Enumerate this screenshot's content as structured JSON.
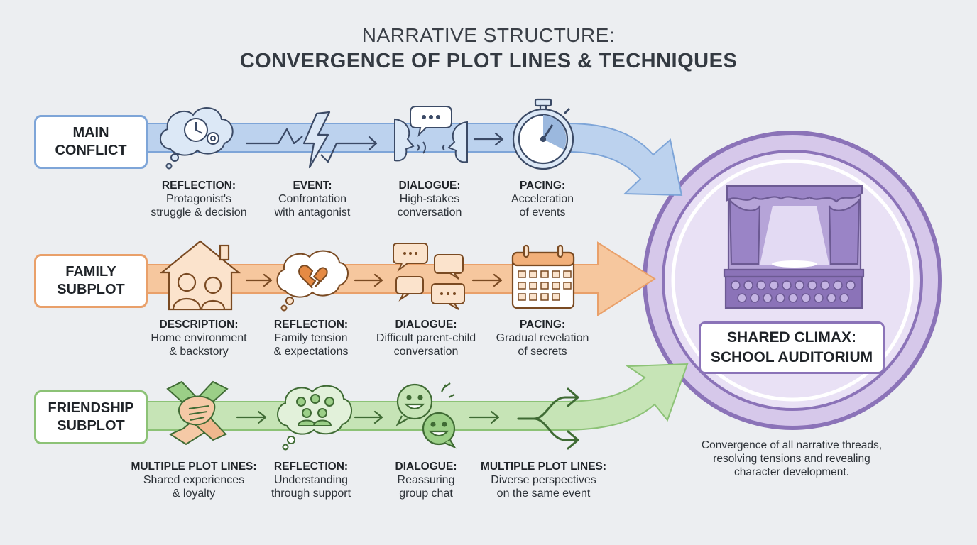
{
  "title": {
    "line1": "NARRATIVE STRUCTURE:",
    "line2": "CONVERGENCE OF PLOT LINES & TECHNIQUES"
  },
  "lanes": [
    {
      "name_line1": "MAIN",
      "name_line2": "CONFLICT",
      "color": "#5a86c4",
      "steps": [
        {
          "technique": "REFLECTION:",
          "line1": "Protagonist's",
          "line2": "struggle & decision",
          "icon": "thought-bubble-clock-gear-icon"
        },
        {
          "technique": "EVENT:",
          "line1": "Confrontation",
          "line2": "with antagonist",
          "icon": "lightning-icon"
        },
        {
          "technique": "DIALOGUE:",
          "line1": "High-stakes",
          "line2": "conversation",
          "icon": "two-faces-talking-icon"
        },
        {
          "technique": "PACING:",
          "line1": "Acceleration",
          "line2": "of events",
          "icon": "stopwatch-icon"
        }
      ]
    },
    {
      "name_line1": "FAMILY",
      "name_line2": "SUBPLOT",
      "color": "#e0843a",
      "steps": [
        {
          "technique": "DESCRIPTION:",
          "line1": "Home environment",
          "line2": "& backstory",
          "icon": "house-family-icon"
        },
        {
          "technique": "REFLECTION:",
          "line1": "Family tension",
          "line2": "& expectations",
          "icon": "broken-heart-bubble-icon"
        },
        {
          "technique": "DIALOGUE:",
          "line1": "Difficult parent-child",
          "line2": "conversation",
          "icon": "chat-bubbles-icon"
        },
        {
          "technique": "PACING:",
          "line1": "Gradual revelation",
          "line2": "of secrets",
          "icon": "calendar-icon"
        }
      ]
    },
    {
      "name_line1": "FRIENDSHIP",
      "name_line2": "SUBPLOT",
      "color": "#6aa85a",
      "steps": [
        {
          "technique": "MULTIPLE PLOT LINES:",
          "line1": "Shared experiences",
          "line2": "& loyalty",
          "icon": "stacked-hands-icon"
        },
        {
          "technique": "REFLECTION:",
          "line1": "Understanding",
          "line2": "through support",
          "icon": "group-bubble-icon"
        },
        {
          "technique": "DIALOGUE:",
          "line1": "Reassuring",
          "line2": "group chat",
          "icon": "smiley-chat-icon"
        },
        {
          "technique": "MULTIPLE PLOT LINES:",
          "line1": "Diverse perspectives",
          "line2": "on the same event",
          "icon": "branching-arrows-icon"
        }
      ]
    }
  ],
  "climax": {
    "line1": "SHARED CLIMAX:",
    "line2": "SCHOOL AUDITORIUM",
    "icon": "auditorium-stage-icon",
    "color": "#8b73b8"
  },
  "footer": {
    "line1": "Convergence of all narrative threads,",
    "line2": "resolving tensions and revealing",
    "line3": "character development."
  }
}
